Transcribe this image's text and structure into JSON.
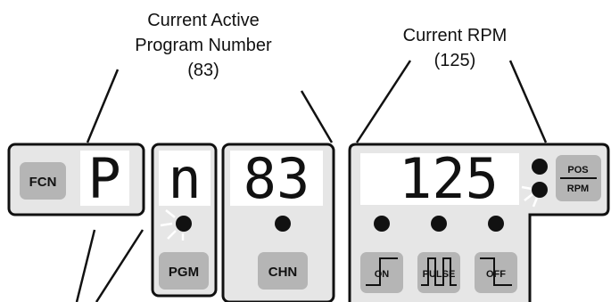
{
  "annotations": {
    "program_label_line1": "Current Active",
    "program_label_line2": "Program Number",
    "program_label_line3": "(83)",
    "rpm_label_line1": "Current RPM",
    "rpm_label_line2": "(125)"
  },
  "fcn_panel": {
    "button_label": "FCN",
    "display": "P"
  },
  "pgm_panel": {
    "display": "n",
    "button_label": "PGM"
  },
  "chn_panel": {
    "display": "83",
    "button_label": "CHN"
  },
  "rpm_panel": {
    "display": "125",
    "pos_label": "POS",
    "rpm_label": "RPM",
    "on_label": "ON",
    "pulse_label": "PULSE",
    "off_label": "OFF"
  },
  "colors": {
    "panel_border": "#111111",
    "panel_fill": "#e6e6e6",
    "button_fill": "#b5b5b5",
    "display_fill": "#ffffff"
  }
}
